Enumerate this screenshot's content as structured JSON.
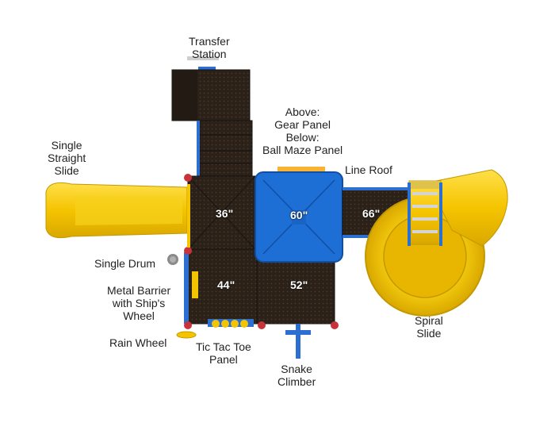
{
  "labels": {
    "transfer_station": [
      "Transfer",
      "Station"
    ],
    "gear_panel": [
      "Above:",
      "Gear Panel",
      "Below:",
      "Ball Maze Panel"
    ],
    "single_straight_slide": [
      "Single",
      "Straight",
      "Slide"
    ],
    "line_roof": "Line Roof",
    "single_drum": "Single Drum",
    "metal_barrier": [
      "Metal Barrier",
      "with Ship's",
      "Wheel"
    ],
    "rain_wheel": "Rain Wheel",
    "tic_tac_toe": [
      "Tic Tac Toe",
      "Panel"
    ],
    "snake_climber": [
      "Snake",
      "Climber"
    ],
    "spiral_slide": [
      "Spiral",
      "Slide"
    ]
  },
  "decks": {
    "deck_36": "36\"",
    "deck_60": "60\"",
    "deck_66": "66\"",
    "deck_44": "44\"",
    "deck_52": "52\""
  },
  "colors": {
    "deck": "#2b2118",
    "roof": "#1d6fd6",
    "slide": "#f5c400",
    "post": "#2d6fd0",
    "clamp": "#c8323a"
  }
}
